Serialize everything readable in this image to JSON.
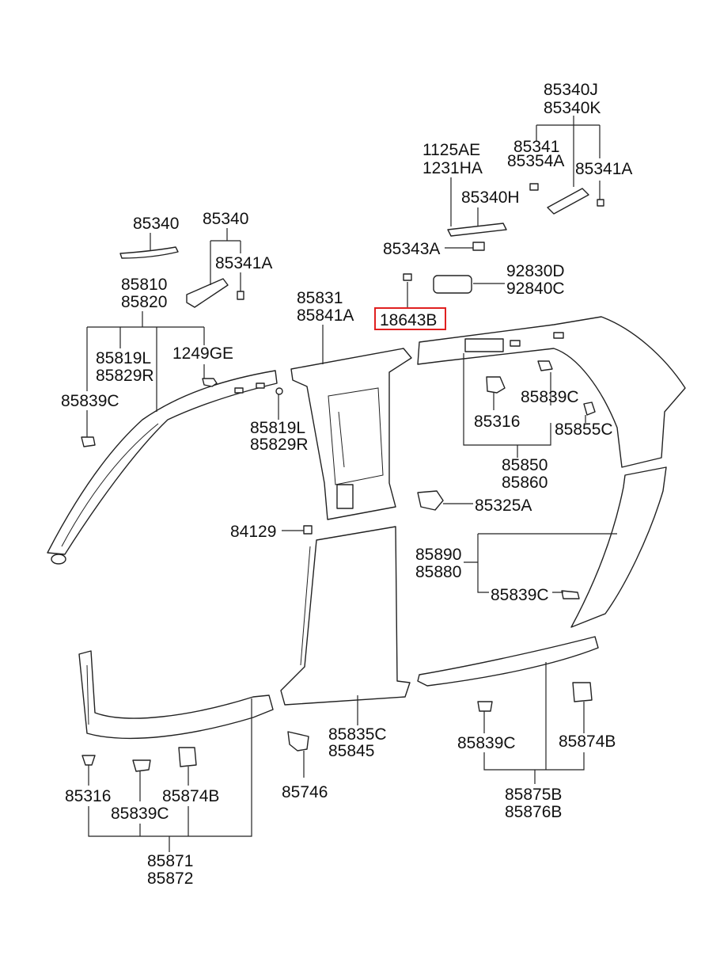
{
  "labels": {
    "p85340J": "85340J",
    "p85340K": "85340K",
    "p85341_top": "85341",
    "p85354A": "85354A",
    "p85341A_top": "85341A",
    "p1125AE": "1125AE",
    "p1231HA": "1231HA",
    "p85340H": "85340H",
    "p85343A": "85343A",
    "p92830D": "92830D",
    "p92840C": "92840C",
    "p18643B": "18643B",
    "p85340_a": "85340",
    "p85340_b": "85340",
    "p85341A_mid": "85341A",
    "p85810": "85810",
    "p85820": "85820",
    "p85819L_a": "85819L",
    "p85829R_a": "85829R",
    "p1249GE": "1249GE",
    "p85839C_a": "85839C",
    "p85831": "85831",
    "p85841A": "85841A",
    "p85819L_b": "85819L",
    "p85829R_b": "85829R",
    "p85316_a": "85316",
    "p85839C_b": "85839C",
    "p85855C": "85855C",
    "p85850": "85850",
    "p85860": "85860",
    "p85325A": "85325A",
    "p84129": "84129",
    "p85890": "85890",
    "p85880": "85880",
    "p85839C_c": "85839C",
    "p85835C": "85835C",
    "p85845": "85845",
    "p85746": "85746",
    "p85839C_d": "85839C",
    "p85874B_a": "85874B",
    "p85875B": "85875B",
    "p85876B": "85876B",
    "p85316_b": "85316",
    "p85839C_e": "85839C",
    "p85874B_b": "85874B",
    "p85871": "85871",
    "p85872": "85872"
  },
  "highlight": {
    "part": "18643B",
    "color": "#e02020"
  }
}
